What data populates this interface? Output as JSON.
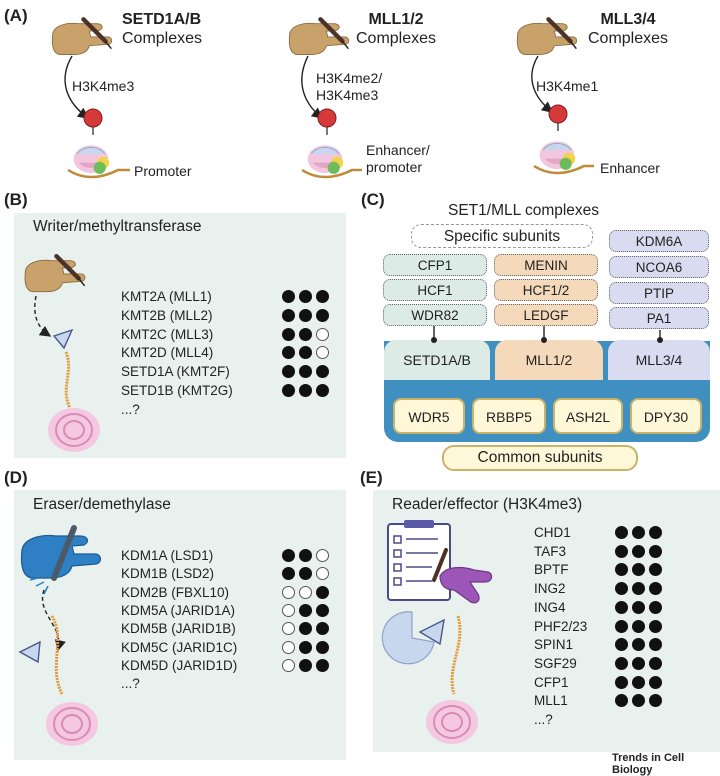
{
  "panelA": {
    "letter": "(A)",
    "complexes": [
      {
        "name": "SETD1A/B",
        "word": "Complexes",
        "mark": "H3K4me3",
        "mark2": "",
        "location": "Promoter",
        "location2": ""
      },
      {
        "name": "MLL1/2",
        "word": "Complexes",
        "mark": "H3K4me2/",
        "mark2": "H3K4me3",
        "location": "Enhancer/",
        "location2": "promoter"
      },
      {
        "name": "MLL3/4",
        "word": "Complexes",
        "mark": "H3K4me1",
        "mark2": "",
        "location": "Enhancer",
        "location2": ""
      }
    ]
  },
  "panelB": {
    "letter": "(B)",
    "title": "Writer/methyltransferase",
    "rows": [
      {
        "label": "KMT2A (MLL1)",
        "dots": [
          1,
          1,
          1
        ]
      },
      {
        "label": "KMT2B (MLL2)",
        "dots": [
          1,
          1,
          1
        ]
      },
      {
        "label": "KMT2C (MLL3)",
        "dots": [
          1,
          1,
          0
        ]
      },
      {
        "label": "KMT2D (MLL4)",
        "dots": [
          1,
          1,
          0
        ]
      },
      {
        "label": "SETD1A (KMT2F)",
        "dots": [
          1,
          1,
          1
        ]
      },
      {
        "label": "SETD1B (KMT2G)",
        "dots": [
          1,
          1,
          1
        ]
      }
    ],
    "more": "...?"
  },
  "panelC": {
    "letter": "(C)",
    "title": "SET1/MLL complexes",
    "specific_label": "Specific subunits",
    "col1": [
      "CFP1",
      "HCF1",
      "WDR82"
    ],
    "col2": [
      "MENIN",
      "HCF1/2",
      "LEDGF"
    ],
    "col3": [
      "KDM6A",
      "NCOA6",
      "PTIP",
      "PA1"
    ],
    "cores": [
      "SETD1A/B",
      "MLL1/2",
      "MLL3/4"
    ],
    "common": [
      "WDR5",
      "RBBP5",
      "ASH2L",
      "DPY30"
    ],
    "common_label": "Common subunits",
    "colors": {
      "col1": "#dcebe6",
      "col2": "#f5d9bb",
      "col3": "#d9dbf0",
      "base": "#3f8fc0"
    }
  },
  "panelD": {
    "letter": "(D)",
    "title": "Eraser/demethylase",
    "rows": [
      {
        "label": "KDM1A (LSD1)",
        "dots": [
          1,
          1,
          0
        ]
      },
      {
        "label": "KDM1B (LSD2)",
        "dots": [
          1,
          1,
          0
        ]
      },
      {
        "label": "KDM2B (FBXL10)",
        "dots": [
          0,
          0,
          1
        ]
      },
      {
        "label": "KDM5A (JARID1A)",
        "dots": [
          0,
          1,
          1
        ]
      },
      {
        "label": "KDM5B (JARID1B)",
        "dots": [
          0,
          1,
          1
        ]
      },
      {
        "label": "KDM5C (JARID1C)",
        "dots": [
          0,
          1,
          1
        ]
      },
      {
        "label": "KDM5D (JARID1D)",
        "dots": [
          0,
          1,
          1
        ]
      }
    ],
    "more": "...?"
  },
  "panelE": {
    "letter": "(E)",
    "title": "Reader/effector (H3K4me3)",
    "rows": [
      {
        "label": "CHD1",
        "dots": [
          1,
          1,
          1
        ]
      },
      {
        "label": "TAF3",
        "dots": [
          1,
          1,
          1
        ]
      },
      {
        "label": "BPTF",
        "dots": [
          1,
          1,
          1
        ]
      },
      {
        "label": "ING2",
        "dots": [
          1,
          1,
          1
        ]
      },
      {
        "label": "ING4",
        "dots": [
          1,
          1,
          1
        ]
      },
      {
        "label": "PHF2/23",
        "dots": [
          1,
          1,
          1
        ]
      },
      {
        "label": "SPIN1",
        "dots": [
          1,
          1,
          1
        ]
      },
      {
        "label": "SGF29",
        "dots": [
          1,
          1,
          1
        ]
      },
      {
        "label": "CFP1",
        "dots": [
          1,
          1,
          1
        ]
      },
      {
        "label": "MLL1",
        "dots": [
          1,
          1,
          1
        ]
      }
    ],
    "more": "...?"
  },
  "credit": "Trends in Cell Biology"
}
